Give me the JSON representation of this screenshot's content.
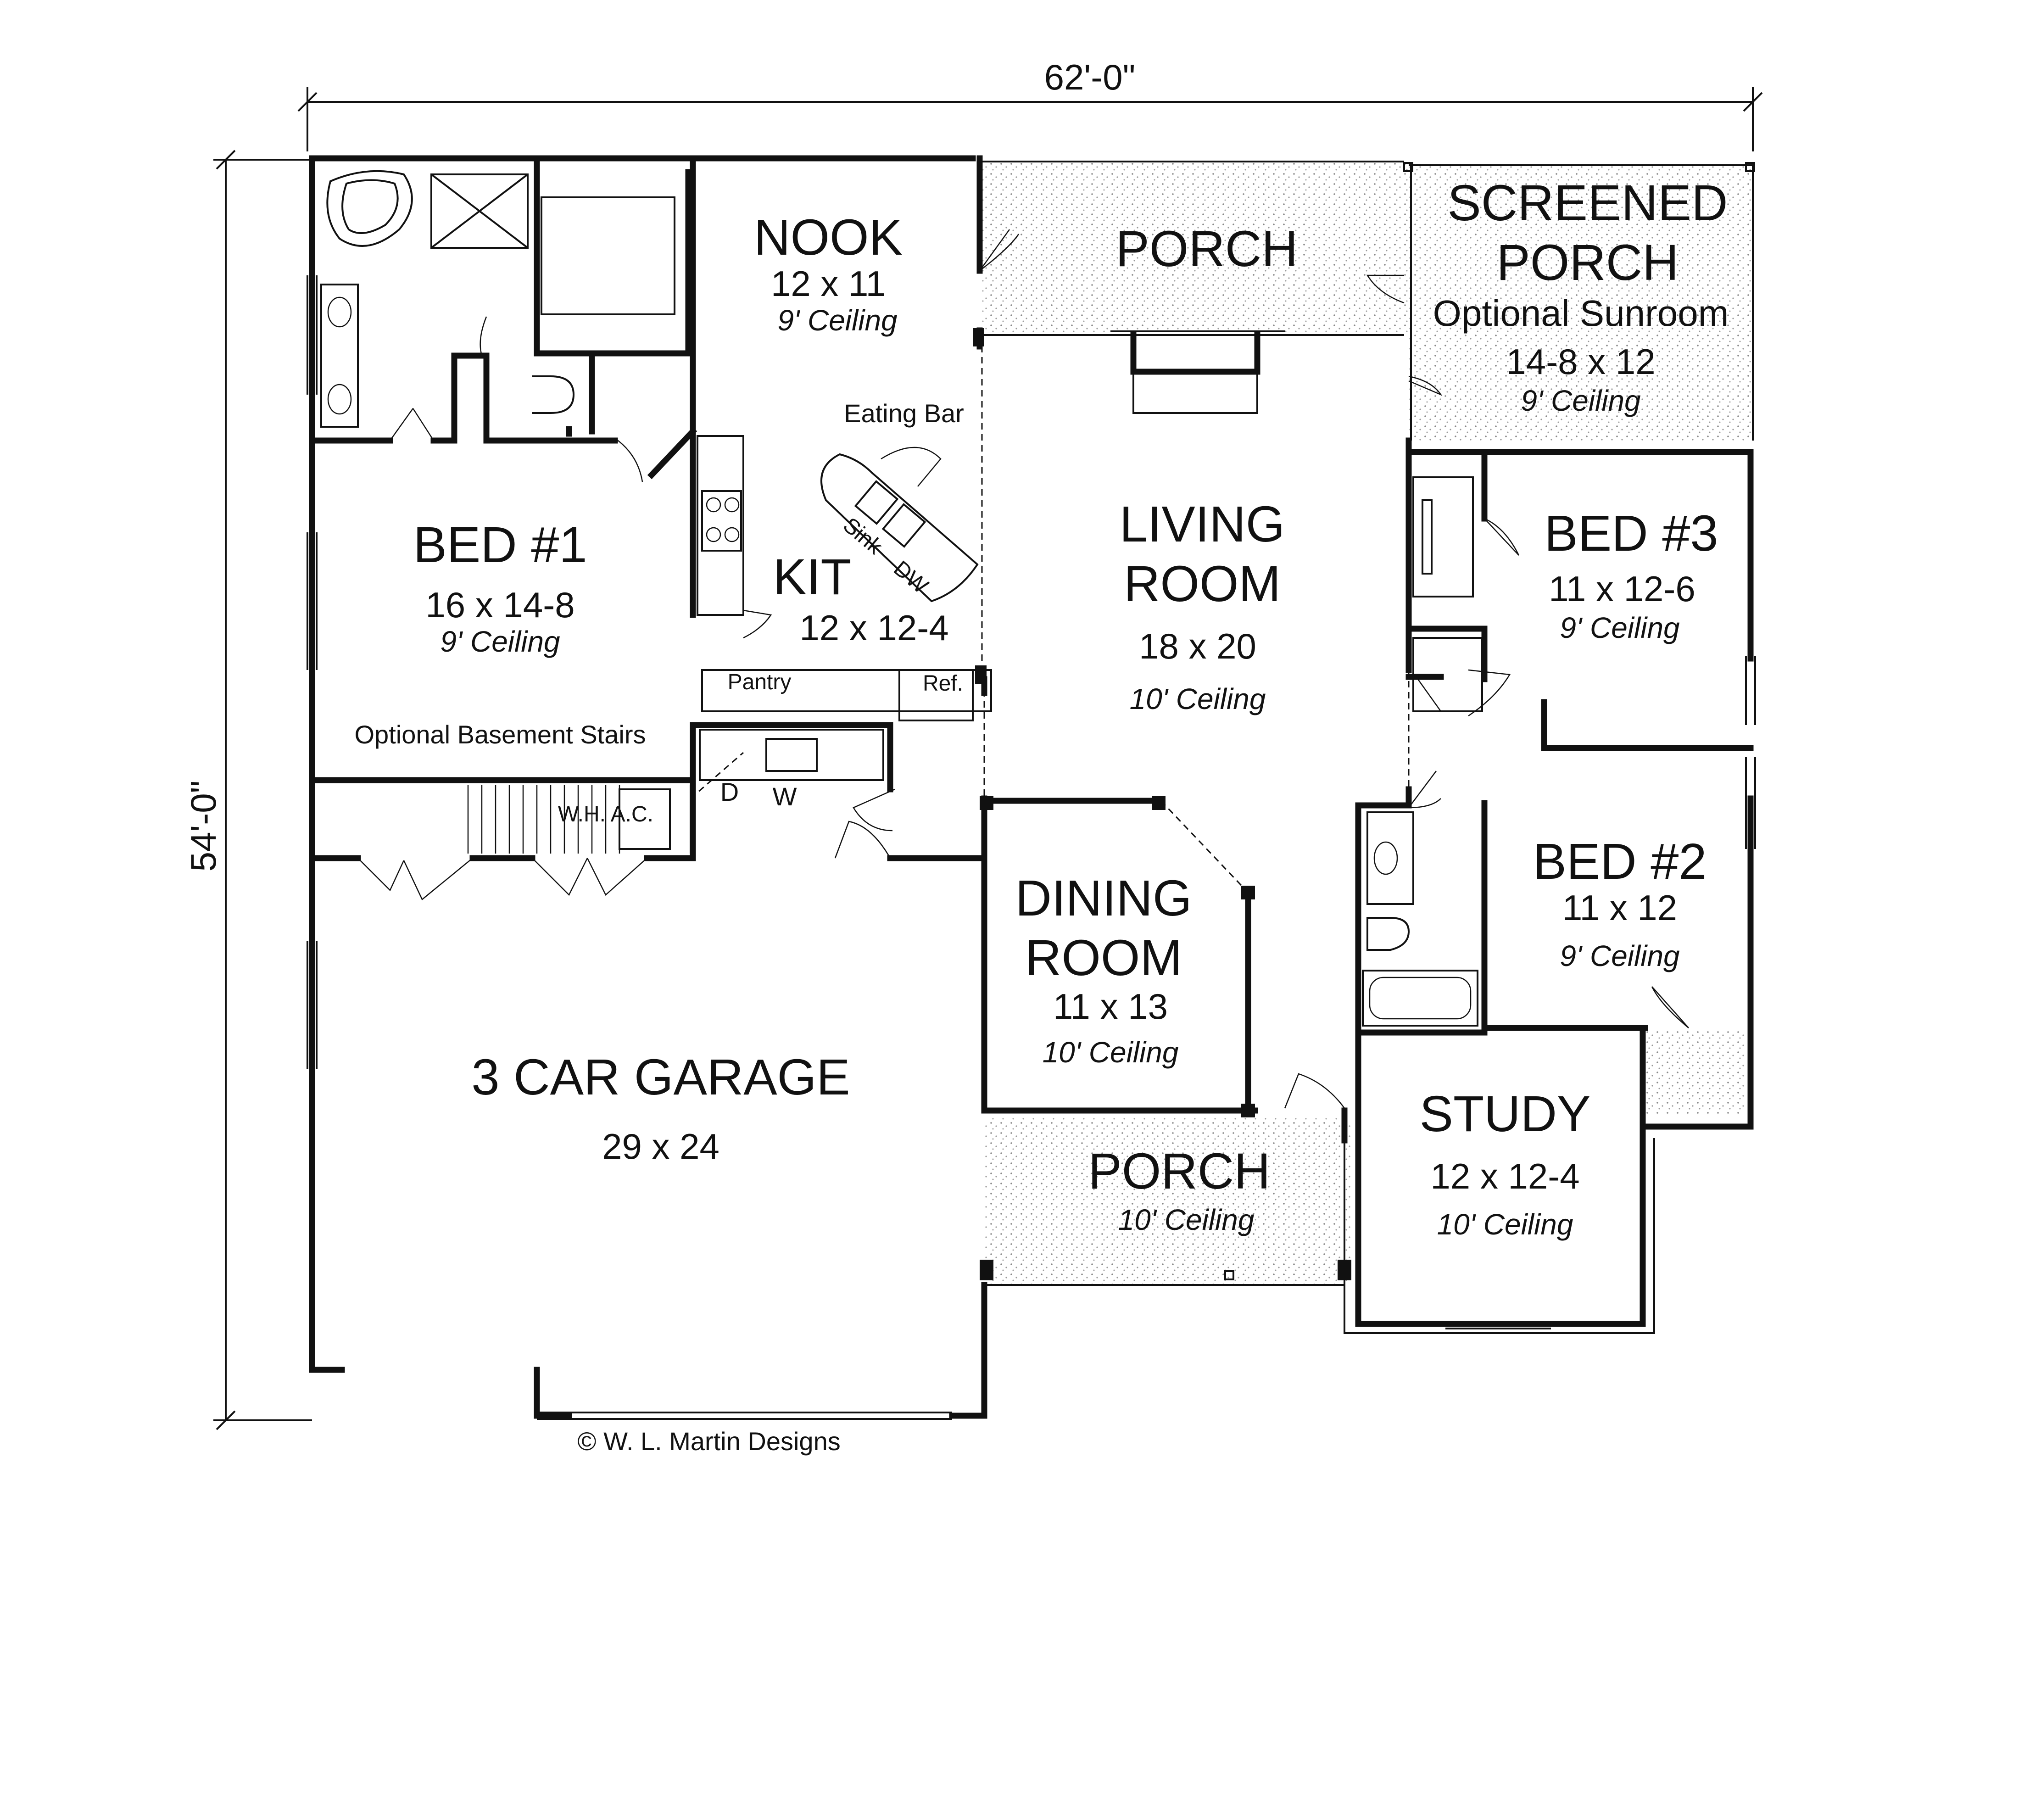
{
  "dimensions": {
    "width": "62'-0\"",
    "depth": "54'-0\""
  },
  "rooms": {
    "nook": {
      "name": "NOOK",
      "size": "12 x 11",
      "ceiling": "9' Ceiling"
    },
    "porch_rear": {
      "name": "PORCH"
    },
    "screened_porch": {
      "name1": "SCREENED",
      "name2": "PORCH",
      "alt": "Optional Sunroom",
      "size": "14-8 x 12",
      "ceiling": "9' Ceiling"
    },
    "bed1": {
      "name": "BED #1",
      "size": "16 x 14-8",
      "ceiling": "9' Ceiling"
    },
    "kitchen": {
      "name": "KIT",
      "size": "12 x 12-4"
    },
    "living": {
      "name1": "LIVING",
      "name2": "ROOM",
      "size": "18 x 20",
      "ceiling": "10' Ceiling"
    },
    "bed3": {
      "name": "BED #3",
      "size": "11 x 12-6",
      "ceiling": "9' Ceiling"
    },
    "bed2": {
      "name": "BED #2",
      "size": "11 x 12",
      "ceiling": "9' Ceiling"
    },
    "dining": {
      "name1": "DINING",
      "name2": "ROOM",
      "size": "11 x 13",
      "ceiling": "10' Ceiling"
    },
    "garage": {
      "name": "3 CAR GARAGE",
      "size": "29 x 24"
    },
    "porch_front": {
      "name": "PORCH",
      "ceiling": "10' Ceiling"
    },
    "study": {
      "name": "STUDY",
      "size": "12 x 12-4",
      "ceiling": "10' Ceiling"
    }
  },
  "fixtures": {
    "eating_bar": "Eating Bar",
    "sink": "Sink",
    "dw": "DW",
    "pantry": "Pantry",
    "ref": "Ref.",
    "basement_stairs": "Optional Basement Stairs",
    "whac": "W.H.   A.C.",
    "dryer": "D",
    "washer": "W"
  },
  "copyright": "© W. L. Martin Designs"
}
